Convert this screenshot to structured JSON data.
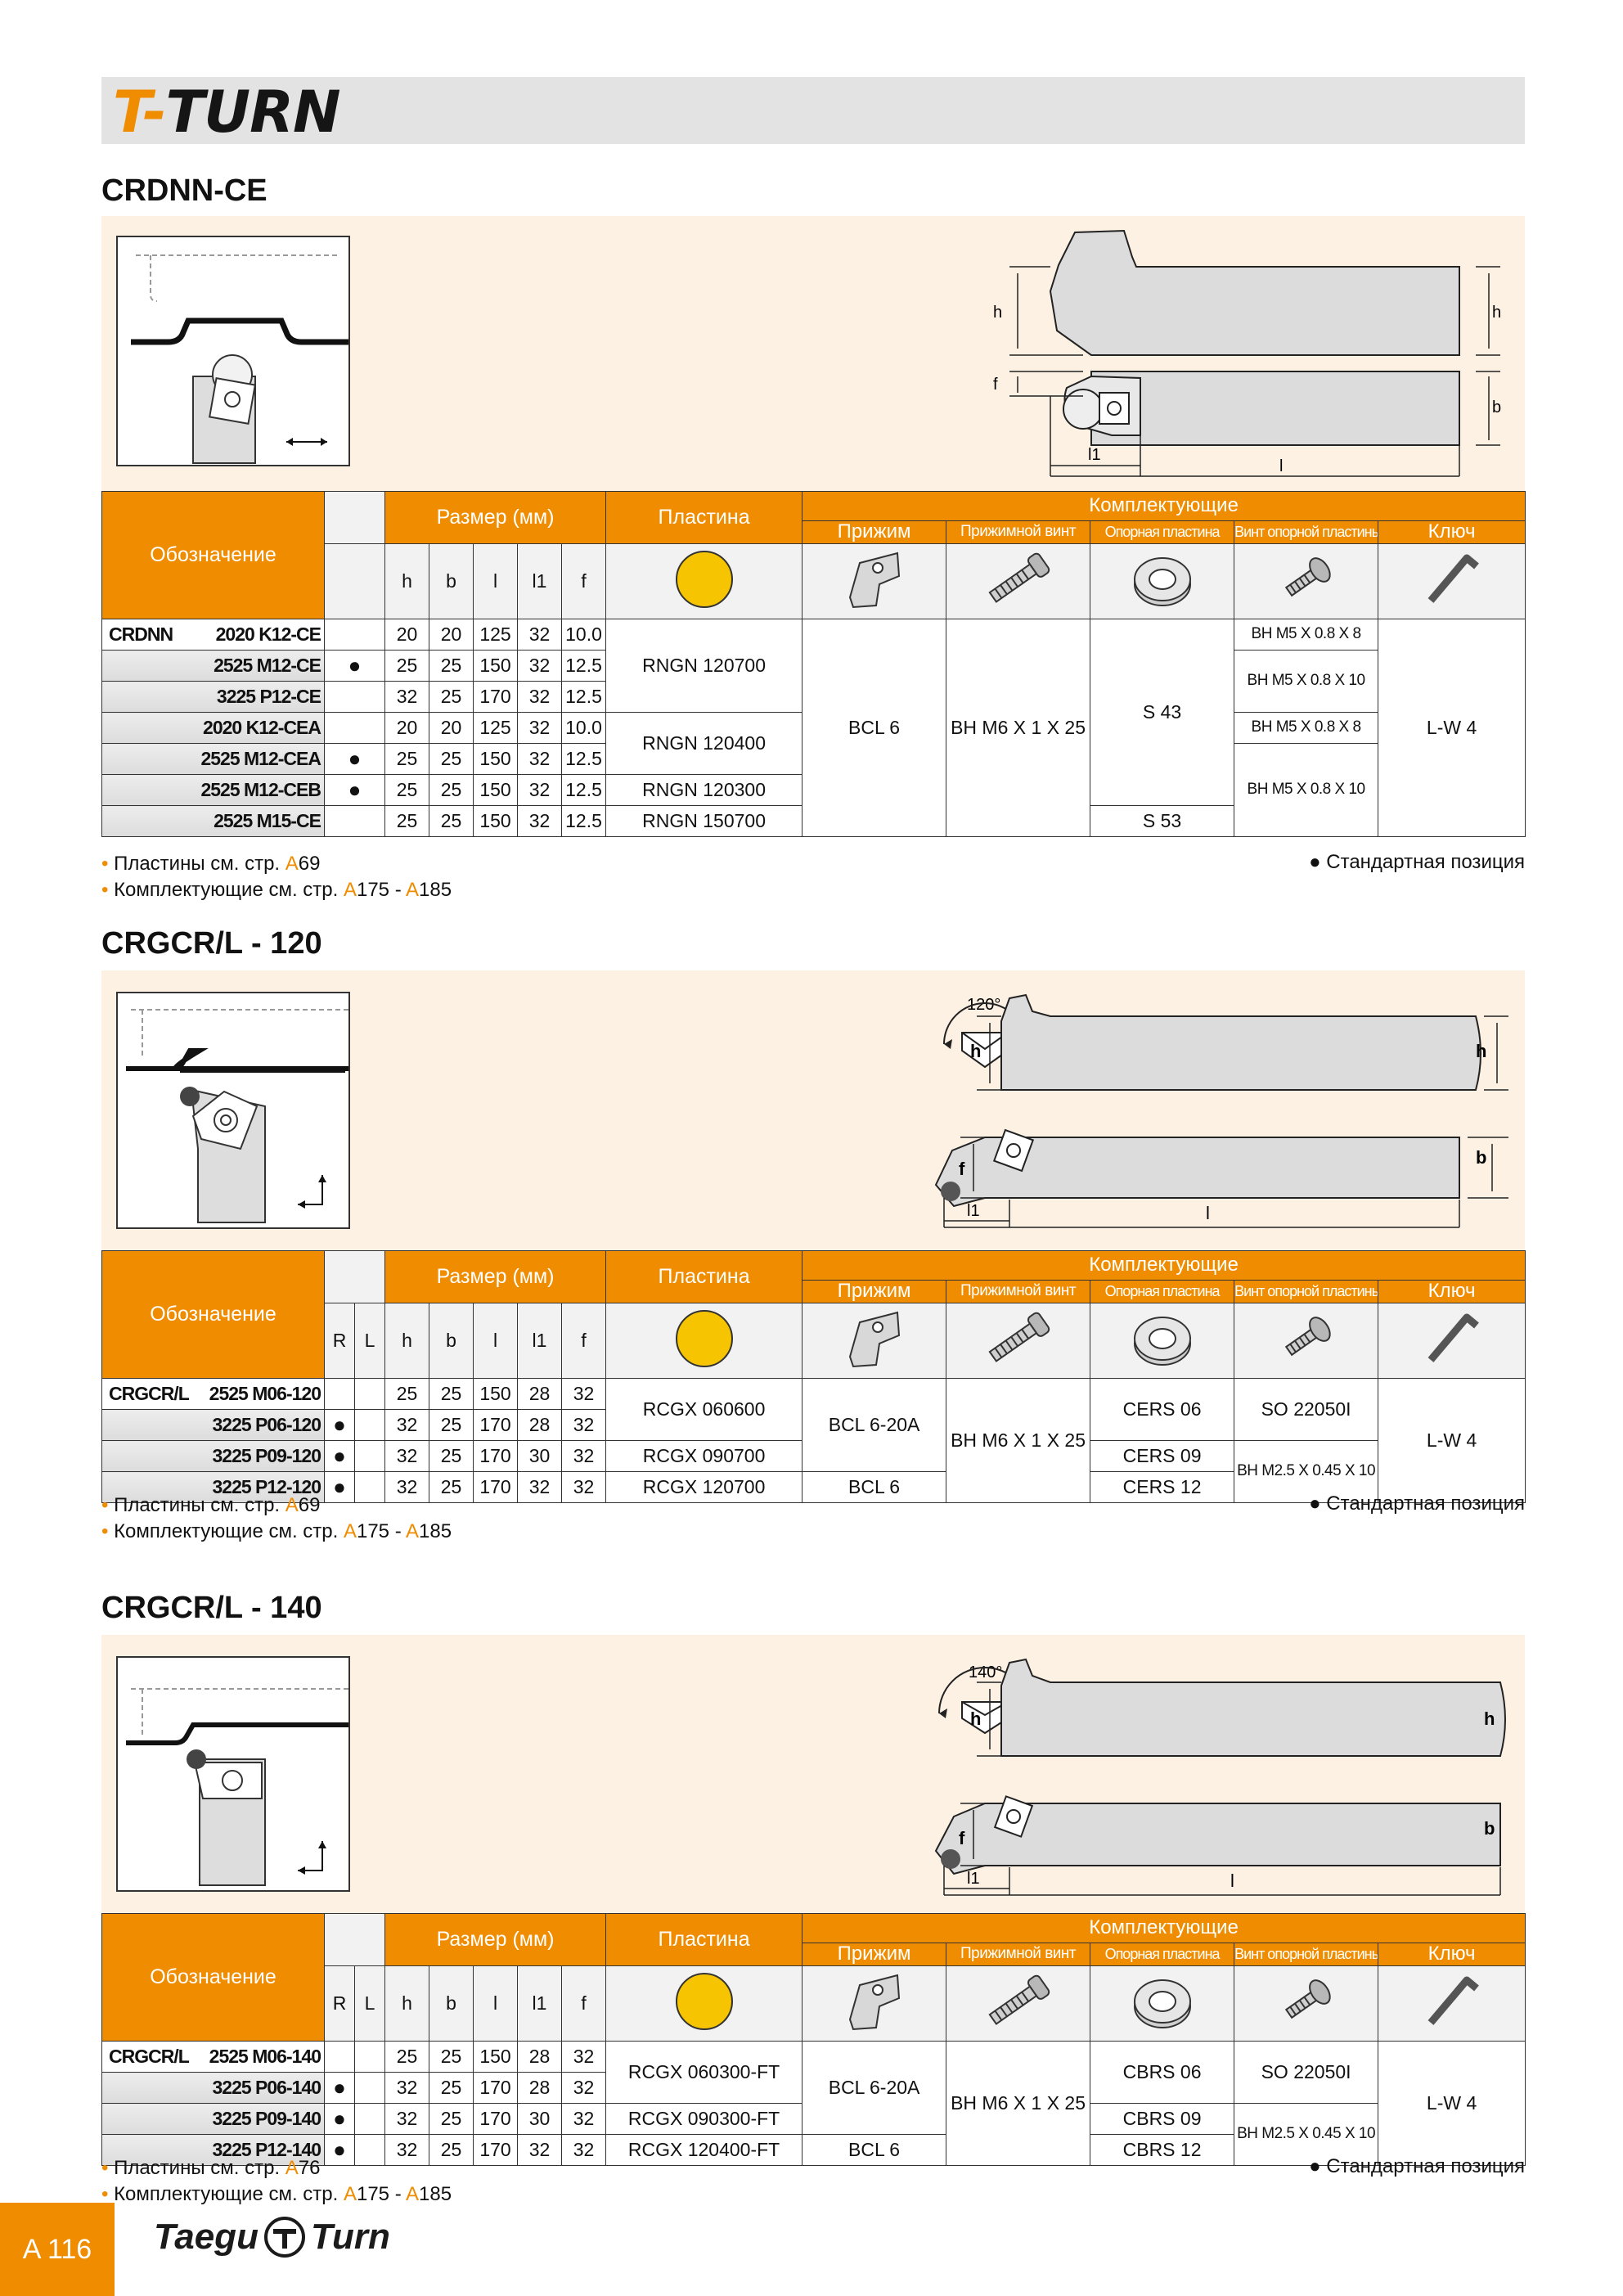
{
  "brand": {
    "part1": "T-",
    "part2": "TURN"
  },
  "page_number": "A 116",
  "footer_logo": {
    "left": "Taegu",
    "right": "Turn"
  },
  "dims": {
    "h": "h",
    "b": "b",
    "f": "f",
    "l": "l",
    "l1": "l1"
  },
  "headers": {
    "designation": "Обозначение",
    "size": "Размер (мм)",
    "insert": "Пластина",
    "components": "Комплектующие",
    "clamp": "Прижим",
    "clamp_screw": "Прижимной винт",
    "shim": "Опорная пластина",
    "shim_screw": "Винт опорной пластины",
    "key": "Ключ",
    "R": "R",
    "L": "L",
    "h": "h",
    "b": "b",
    "l": "l",
    "l1": "l1",
    "f": "f"
  },
  "std_position": "● Стандартная позиция",
  "sections": [
    {
      "title": "CRDNN-CE",
      "rows": [
        {
          "prefix": "CRDNN",
          "code": "2020 K12-CE",
          "std": "",
          "h": "20",
          "b": "20",
          "l": "125",
          "l1": "32",
          "f": "10.0"
        },
        {
          "code": "2525 M12-CE",
          "std": "●",
          "h": "25",
          "b": "25",
          "l": "150",
          "l1": "32",
          "f": "12.5"
        },
        {
          "code": "3225 P12-CE",
          "std": "",
          "h": "32",
          "b": "25",
          "l": "170",
          "l1": "32",
          "f": "12.5"
        },
        {
          "code": "2020 K12-CEA",
          "std": "",
          "h": "20",
          "b": "20",
          "l": "125",
          "l1": "32",
          "f": "10.0"
        },
        {
          "code": "2525 M12-CEA",
          "std": "●",
          "h": "25",
          "b": "25",
          "l": "150",
          "l1": "32",
          "f": "12.5"
        },
        {
          "code": "2525 M12-CEB",
          "std": "●",
          "h": "25",
          "b": "25",
          "l": "150",
          "l1": "32",
          "f": "12.5"
        },
        {
          "code": "2525 M15-CE",
          "std": "",
          "h": "25",
          "b": "25",
          "l": "150",
          "l1": "32",
          "f": "12.5"
        }
      ],
      "inserts": [
        "RNGN 120700",
        "RNGN 120400",
        "RNGN 120300",
        "RNGN 150700"
      ],
      "clamp": "BCL 6",
      "clamp_screw": "BH M6 X 1 X 25",
      "shims": [
        "S 43",
        "S 53"
      ],
      "shim_screws": [
        "BH M5 X 0.8 X 8",
        "BH M5 X 0.8 X 10",
        "BH M5 X 0.8 X 8",
        "BH M5 X 0.8 X 10"
      ],
      "key": "L-W 4",
      "note1": {
        "text": "Пластины см. стр. ",
        "ref": "A",
        "num": "69"
      },
      "note2": {
        "text": "Комплектующие см. стр. ",
        "r1": "A",
        "n1": "175 - ",
        "r2": "A",
        "n2": "185"
      }
    },
    {
      "title": "CRGCR/L - 120",
      "angle": "120°",
      "rows": [
        {
          "prefix": "CRGCR/L",
          "code": "2525 M06-120",
          "R": "",
          "L": "",
          "h": "25",
          "b": "25",
          "l": "150",
          "l1": "28",
          "f": "32"
        },
        {
          "code": "3225 P06-120",
          "R": "●",
          "L": "",
          "h": "32",
          "b": "25",
          "l": "170",
          "l1": "28",
          "f": "32"
        },
        {
          "code": "3225 P09-120",
          "R": "●",
          "L": "",
          "h": "32",
          "b": "25",
          "l": "170",
          "l1": "30",
          "f": "32"
        },
        {
          "code": "3225 P12-120",
          "R": "●",
          "L": "",
          "h": "32",
          "b": "25",
          "l": "170",
          "l1": "32",
          "f": "32"
        }
      ],
      "inserts": [
        "RCGX 060600",
        "RCGX 090700",
        "RCGX 120700"
      ],
      "clamps": [
        "BCL 6-20A",
        "BCL 6"
      ],
      "clamp_screw": "BH M6 X 1 X 25",
      "shims": [
        "CERS 06",
        "CERS 09",
        "CERS 12"
      ],
      "shim_screws": [
        "SO 22050I",
        "BH M2.5 X 0.45 X 10"
      ],
      "key": "L-W 4",
      "note1": {
        "text": "Пластины см. стр. ",
        "ref": "A",
        "num": "69"
      },
      "note2": {
        "text": "Комплектующие см. стр. ",
        "r1": "A",
        "n1": "175 - ",
        "r2": "A",
        "n2": "185"
      }
    },
    {
      "title": "CRGCR/L - 140",
      "angle": "140°",
      "rows": [
        {
          "prefix": "CRGCR/L",
          "code": "2525 M06-140",
          "R": "",
          "L": "",
          "h": "25",
          "b": "25",
          "l": "150",
          "l1": "28",
          "f": "32"
        },
        {
          "code": "3225 P06-140",
          "R": "●",
          "L": "",
          "h": "32",
          "b": "25",
          "l": "170",
          "l1": "28",
          "f": "32"
        },
        {
          "code": "3225 P09-140",
          "R": "●",
          "L": "",
          "h": "32",
          "b": "25",
          "l": "170",
          "l1": "30",
          "f": "32"
        },
        {
          "code": "3225 P12-140",
          "R": "●",
          "L": "",
          "h": "32",
          "b": "25",
          "l": "170",
          "l1": "32",
          "f": "32"
        }
      ],
      "inserts": [
        "RCGX 060300-FT",
        "RCGX 090300-FT",
        "RCGX 120400-FT"
      ],
      "clamps": [
        "BCL 6-20A",
        "BCL 6"
      ],
      "clamp_screw": "BH M6 X 1 X 25",
      "shims": [
        "CBRS 06",
        "CBRS 09",
        "CBRS 12"
      ],
      "shim_screws": [
        "SO 22050I",
        "BH M2.5 X 0.45 X 10"
      ],
      "key": "L-W 4",
      "note1": {
        "text": "Пластины см. стр. ",
        "ref": "A",
        "num": "76"
      },
      "note2": {
        "text": "Комплектующие см. стр. ",
        "r1": "A",
        "n1": "175 - ",
        "r2": "A",
        "n2": "185"
      }
    }
  ]
}
